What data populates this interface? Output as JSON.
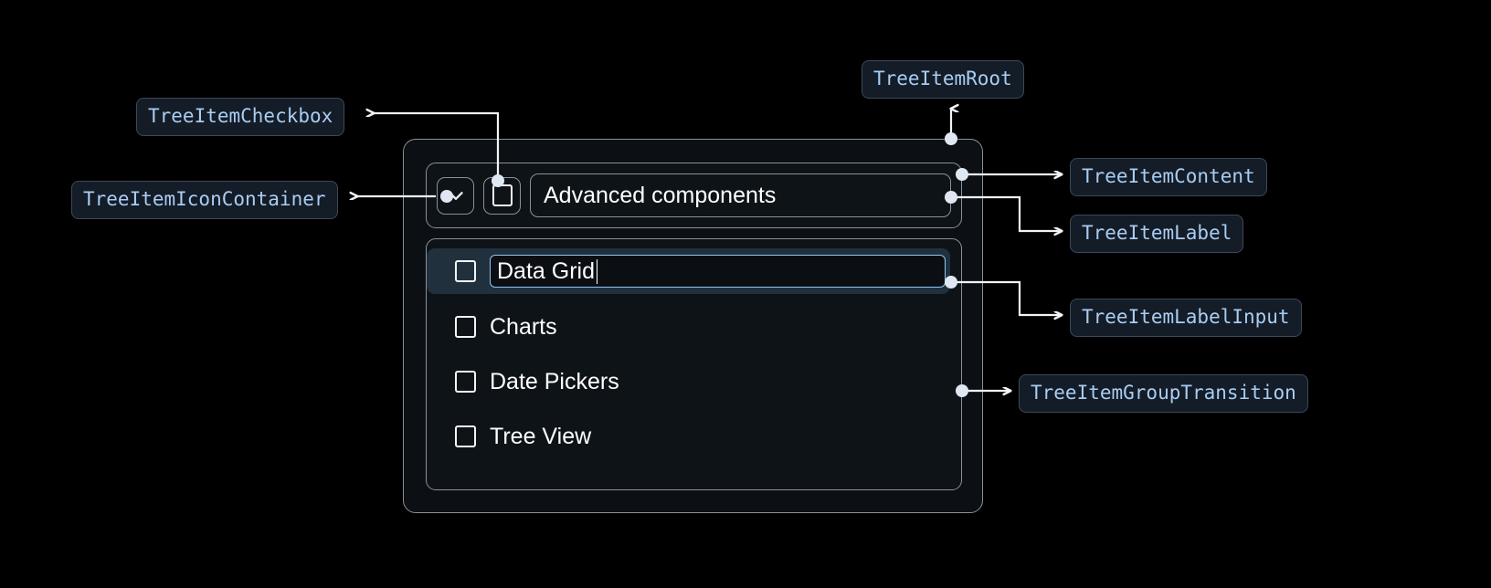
{
  "annotations": [
    {
      "name": "tree-item-checkbox",
      "label": "TreeItemCheckbox"
    },
    {
      "name": "tree-item-icon-container",
      "label": "TreeItemIconContainer"
    },
    {
      "name": "tree-item-root",
      "label": "TreeItemRoot"
    },
    {
      "name": "tree-item-content",
      "label": "TreeItemContent"
    },
    {
      "name": "tree-item-label",
      "label": "TreeItemLabel"
    },
    {
      "name": "tree-item-label-input",
      "label": "TreeItemLabelInput"
    },
    {
      "name": "tree-item-group-transition",
      "label": "TreeItemGroupTransition"
    }
  ],
  "tree": {
    "header": {
      "label": "Advanced components",
      "expand_icon": "chevron-down-icon",
      "checkbox_checked": false
    },
    "children": [
      {
        "label": "Data Grid",
        "editing": true,
        "checkbox_checked": false
      },
      {
        "label": "Charts",
        "editing": false,
        "checkbox_checked": false
      },
      {
        "label": "Date Pickers",
        "editing": false,
        "checkbox_checked": false
      },
      {
        "label": "Tree View",
        "editing": false,
        "checkbox_checked": false
      }
    ]
  },
  "colors": {
    "background": "#000000",
    "chip_fill": "#141c27",
    "chip_border": "#3e4957",
    "chip_text": "#a9cdf2",
    "box_border": "#8a9199",
    "connector": "#f2f4f6",
    "selected_row": "#21303d",
    "input_border": "#8ec6f2",
    "text": "#ffffff"
  }
}
